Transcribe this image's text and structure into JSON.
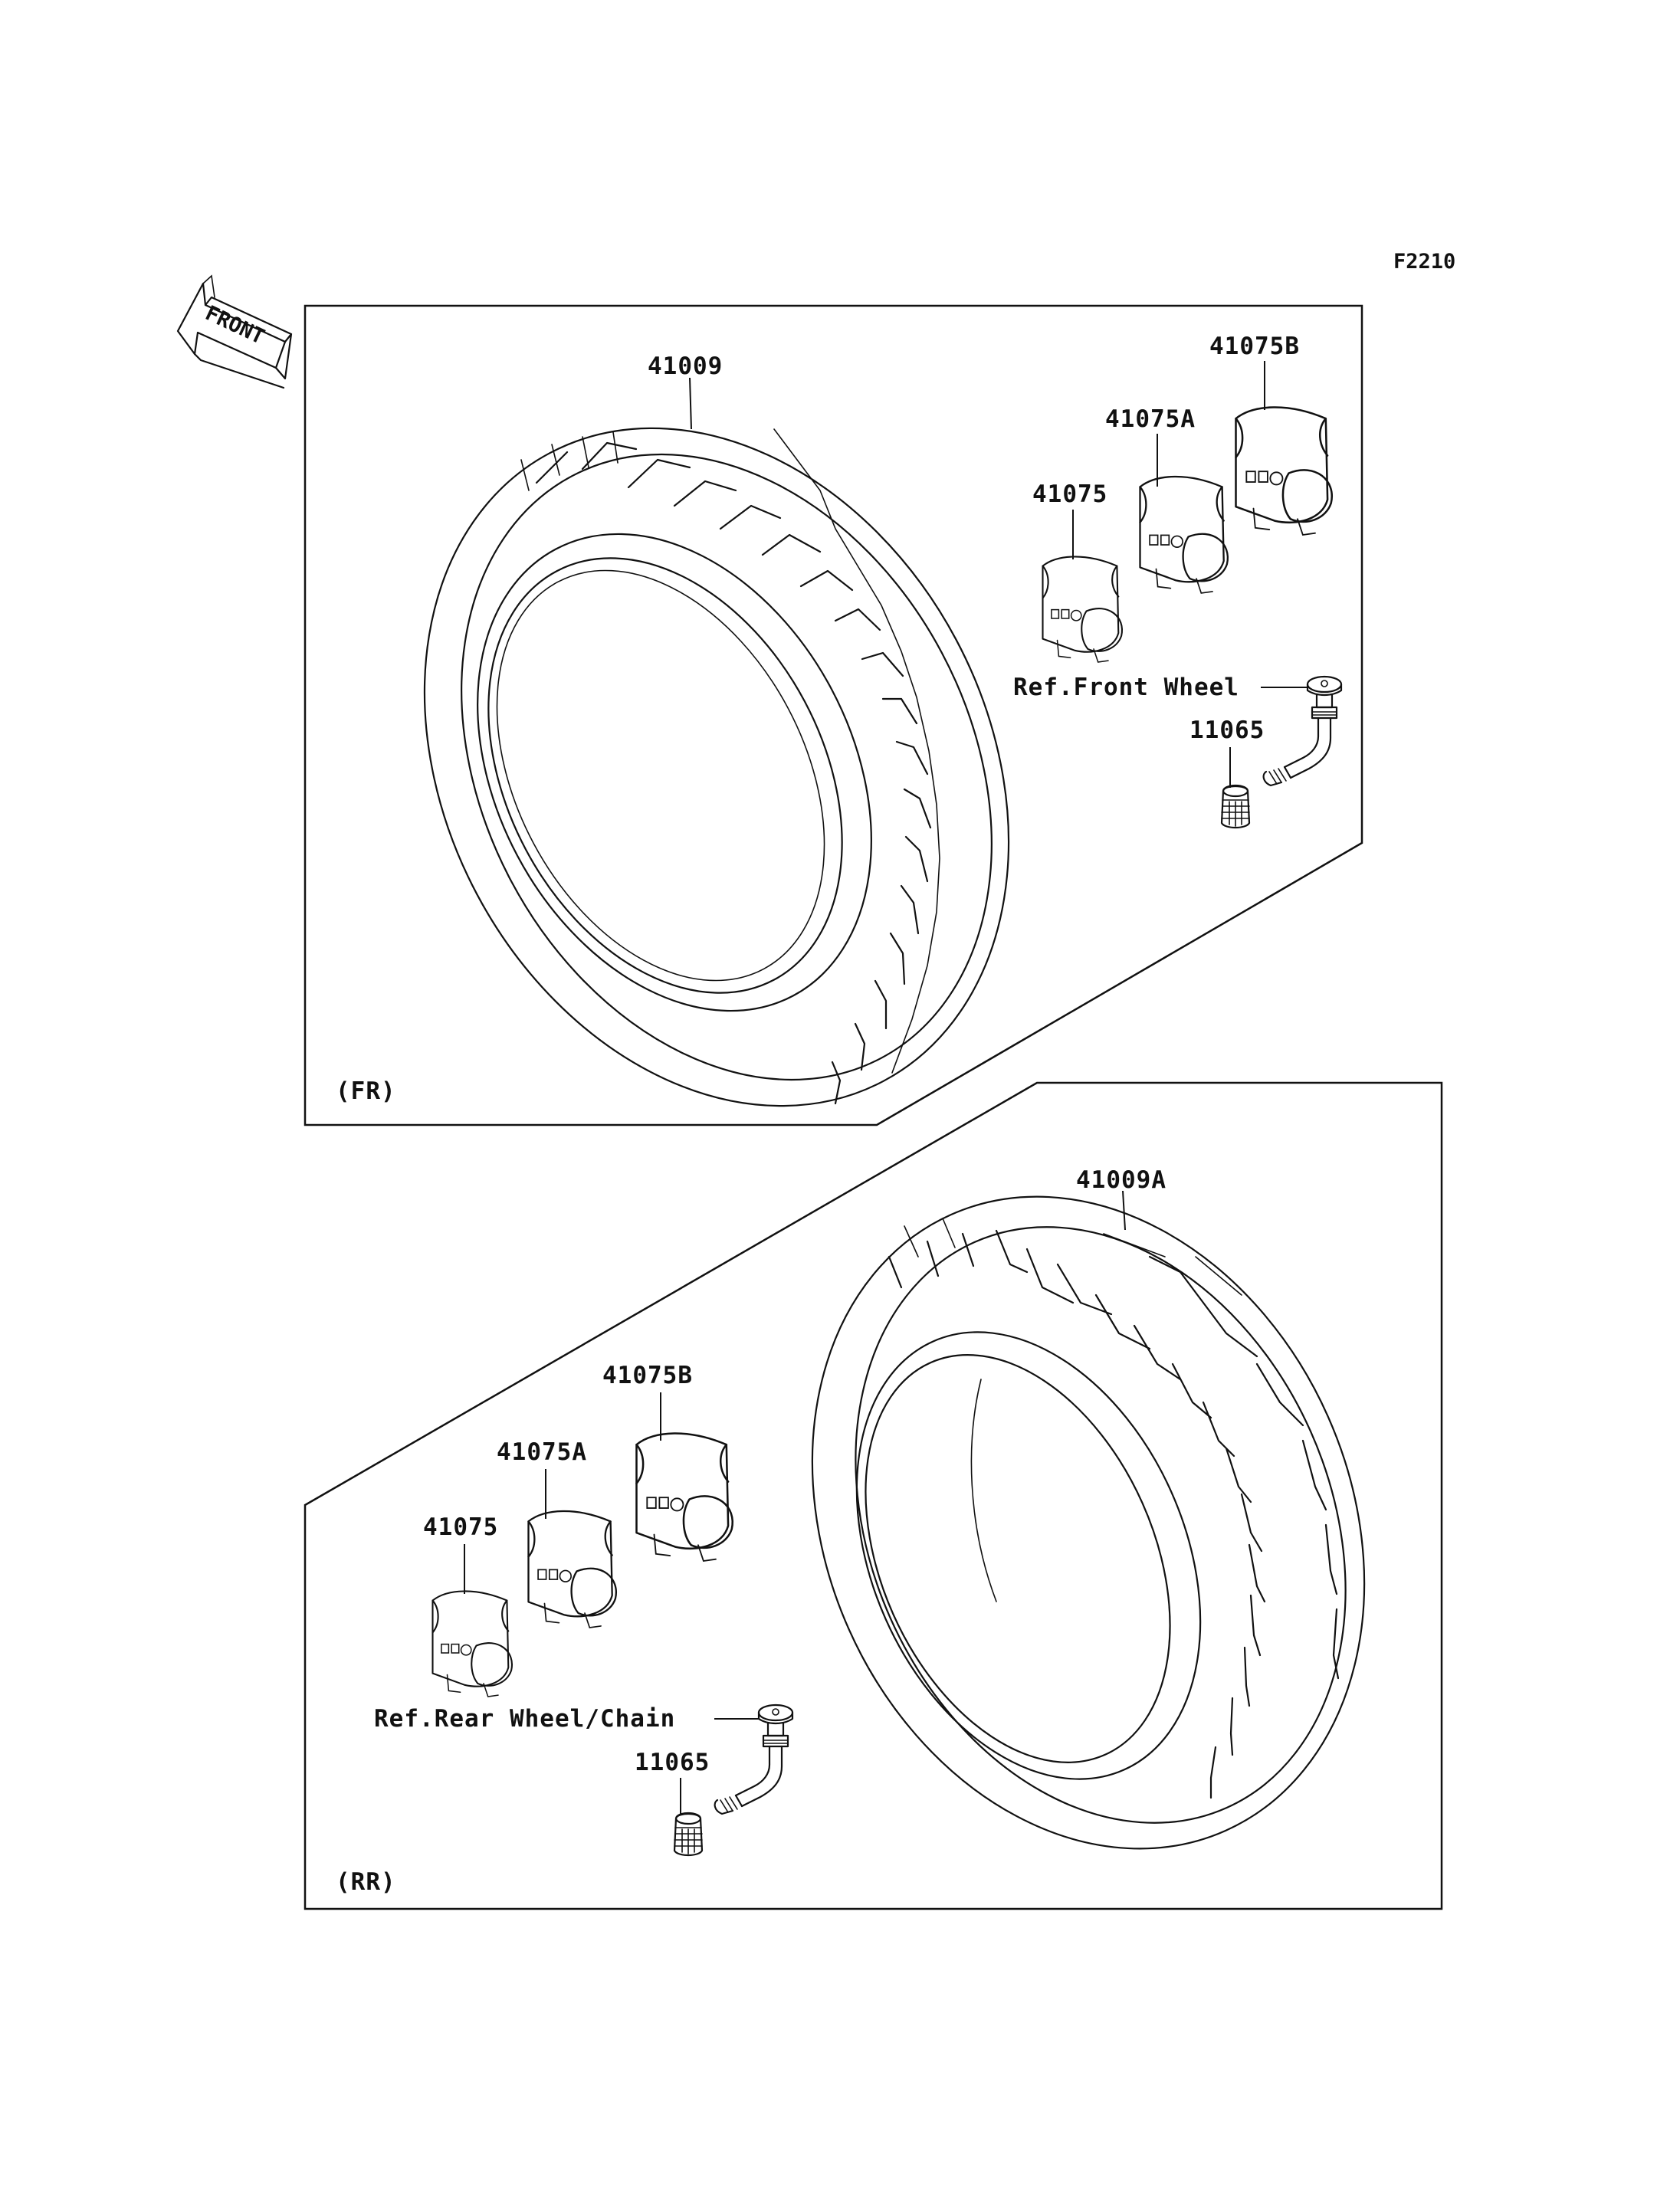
{
  "figure_code": "F2210",
  "front_arrow_label": "FRONT",
  "front_section": {
    "tag": "(FR)",
    "tire_part": "41009",
    "weight_parts": [
      "41075B",
      "41075A",
      "41075"
    ],
    "valve_ref": "Ref.Front Wheel",
    "valve_cap_part": "11065"
  },
  "rear_section": {
    "tag": "(RR)",
    "tire_part": "41009A",
    "weight_parts": [
      "41075B",
      "41075A",
      "41075"
    ],
    "valve_ref": "Ref.Rear Wheel/Chain",
    "valve_cap_part": "11065"
  },
  "colors": {
    "ink": "#111111",
    "background": "#ffffff"
  },
  "icons": [
    "front-arrow-icon",
    "tire-icon",
    "balance-weight-icon",
    "valve-stem-icon",
    "valve-cap-icon"
  ]
}
